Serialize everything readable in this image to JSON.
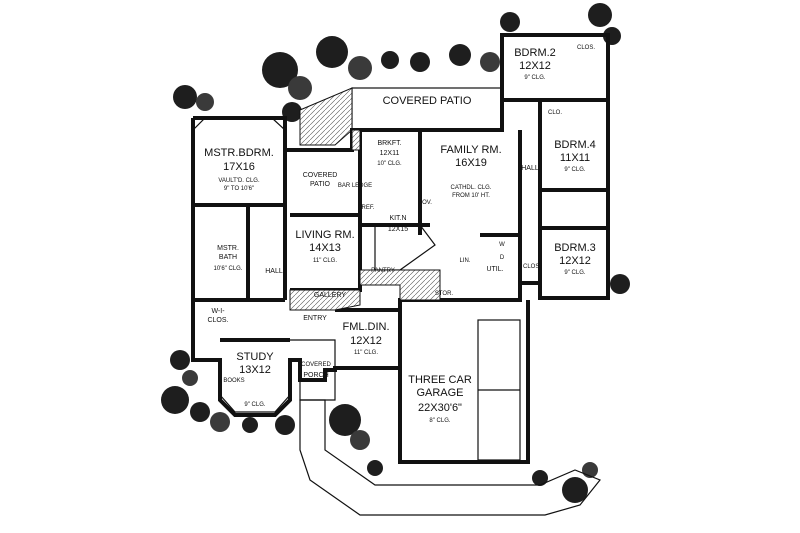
{
  "plan": {
    "rooms": [
      {
        "key": "mstr_bdrm",
        "name": "MSTR.BDRM.",
        "size": "17X16",
        "ceiling": "VAULT'D. CLG.",
        "ceiling2": "9\" TO 10'6\""
      },
      {
        "key": "covered_patio_top",
        "name": "COVERED PATIO"
      },
      {
        "key": "covered_patio_mid",
        "name": "COVERED",
        "name2": "PATIO"
      },
      {
        "key": "brkft",
        "name": "BRKFT.",
        "size": "12X11",
        "ceiling": "10\" CLG."
      },
      {
        "key": "family",
        "name": "FAMILY RM.",
        "size": "16X19",
        "ceiling": "CATHDL. CLG.",
        "ceiling2": "FROM 10' HT."
      },
      {
        "key": "bdrm2",
        "name": "BDRM.2",
        "size": "12X12",
        "ceiling": "9\" CLG."
      },
      {
        "key": "bdrm4",
        "name": "BDRM.4",
        "size": "11X11",
        "ceiling": "9\" CLG."
      },
      {
        "key": "bdrm3",
        "name": "BDRM.3",
        "size": "12X12",
        "ceiling": "9\" CLG."
      },
      {
        "key": "living",
        "name": "LIVING RM.",
        "size": "14X13",
        "ceiling": "11\" CLG."
      },
      {
        "key": "kitn",
        "name": "KIT.N",
        "size": "12X15"
      },
      {
        "key": "mstr_bath",
        "name": "MSTR.",
        "name2": "BATH",
        "ceiling": "10'6\" CLG."
      },
      {
        "key": "wi_clos",
        "name": "W-I-",
        "name2": "CLOS."
      },
      {
        "key": "study",
        "name": "STUDY",
        "size": "13X12",
        "ceiling": "9\" CLG."
      },
      {
        "key": "fml_din",
        "name": "FML.DIN.",
        "size": "12X12",
        "ceiling": "11\" CLG."
      },
      {
        "key": "garage",
        "name": "THREE CAR",
        "name2": "GARAGE",
        "size": "22X30'6\"",
        "ceiling": "8\" CLG."
      },
      {
        "key": "gallery",
        "name": "GALLERY"
      },
      {
        "key": "entry",
        "name": "ENTRY"
      },
      {
        "key": "covered_porch",
        "name": "COVERED",
        "name2": "PORCH"
      },
      {
        "key": "utility",
        "name": "UTIL."
      },
      {
        "key": "hall_left",
        "name": "HALL"
      },
      {
        "key": "hall_right",
        "name": "HALL"
      },
      {
        "key": "pantry",
        "name": "PANTRY"
      },
      {
        "key": "stor",
        "name": "STOR."
      },
      {
        "key": "books",
        "name": "BOOKS"
      },
      {
        "key": "lin",
        "name": "LIN."
      },
      {
        "key": "clos_b2",
        "name": "CLOS."
      },
      {
        "key": "clos_b4",
        "name": "CLO."
      },
      {
        "key": "clos_b3",
        "name": "CLOS."
      },
      {
        "key": "bar_ledge",
        "name": "BAR LEDGE"
      },
      {
        "key": "ov",
        "name": "OV."
      },
      {
        "key": "ref",
        "name": "REF."
      },
      {
        "key": "w",
        "name": "W"
      },
      {
        "key": "d",
        "name": "D"
      }
    ],
    "colors": {
      "line": "#111111",
      "background": "#ffffff",
      "landscape": "#1e1e1e"
    }
  }
}
